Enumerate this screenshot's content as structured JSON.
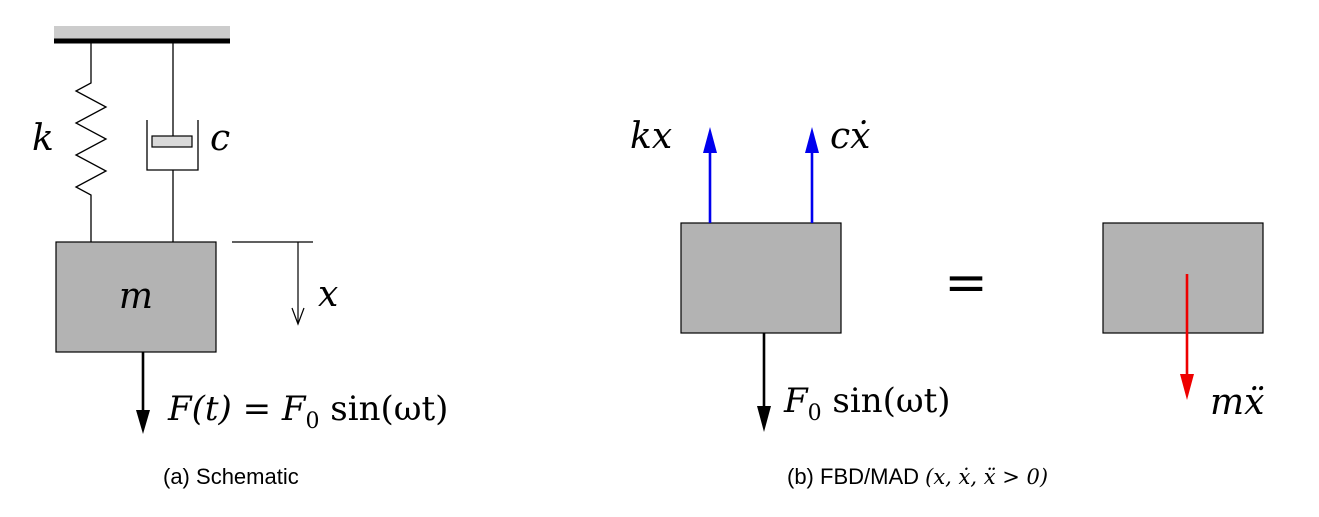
{
  "schematic": {
    "spring_label": "k",
    "damper_label": "c",
    "mass_label": "m",
    "displacement_label": "x",
    "force_lhs": "F(t) = F",
    "force_sub": "0",
    "force_rhs": " sin(ωt)",
    "caption_prefix": "(a)",
    "caption_text": "Schematic"
  },
  "fbd": {
    "spring_force_label": "kx",
    "damper_force_label": "cẋ",
    "equals": "=",
    "applied_force": "F",
    "applied_force_sub": "0",
    "applied_force_rest": " sin(ωt)",
    "inertia_label": "mẍ",
    "caption_prefix": "(b)",
    "caption_text": "FBD/MAD",
    "caption_math": "(x, ẋ, ẍ > 0)"
  },
  "colors": {
    "mass_fill": "#b3b3b3",
    "ceiling_shade": "#cccccc",
    "arrow_blue": "#0000ee",
    "arrow_red": "#ee0000",
    "ink": "#000000"
  }
}
